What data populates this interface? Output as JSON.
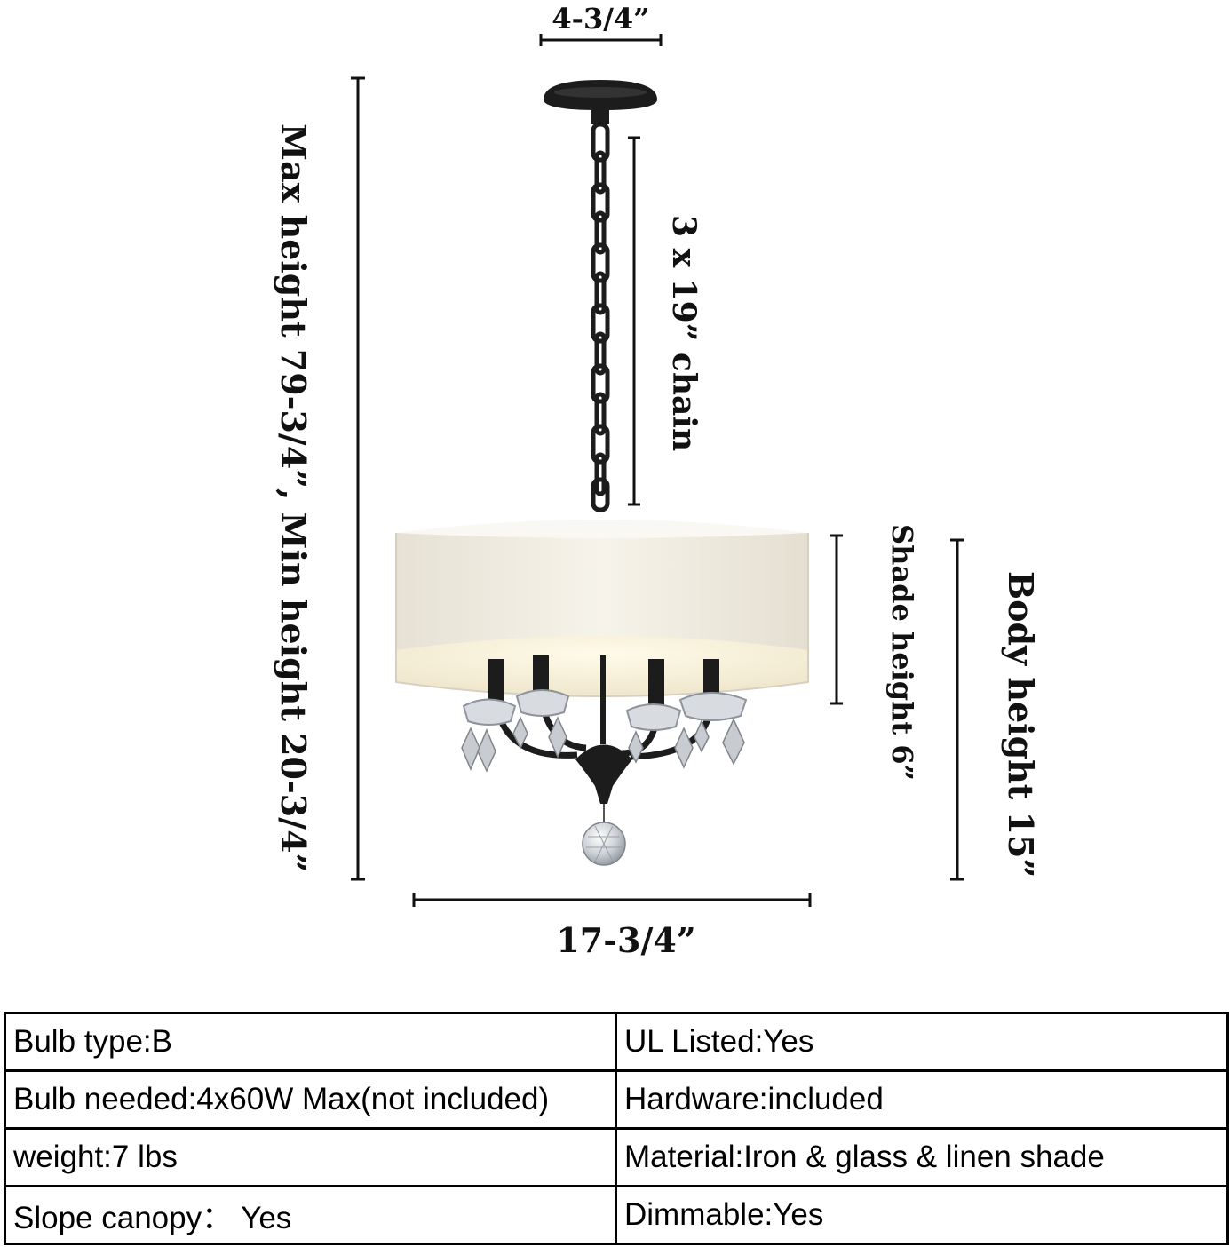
{
  "dimensions": {
    "canopy_width": "4-3/4”",
    "chain": "3 x 19” chain",
    "max_min_height": "Max height 79-3/4”,  Min height 20-3/4”",
    "shade_height": "Shade height 6”",
    "body_height": "Body height 15”",
    "shade_width": "17-3/4”"
  },
  "colors": {
    "metal": "#1c1c1c",
    "shade": "#f1ede3",
    "shade_inner": "#fbf6e6",
    "crystal": "#c8ccd0"
  },
  "specs": [
    [
      "Bulb type:B",
      "UL Listed:Yes"
    ],
    [
      "Bulb needed:4x60W Max(not included)",
      "Hardware:included"
    ],
    [
      "weight:7 lbs",
      "Material:Iron & glass & linen shade"
    ],
    [
      "Slope canopy： Yes",
      "Dimmable:Yes"
    ]
  ]
}
